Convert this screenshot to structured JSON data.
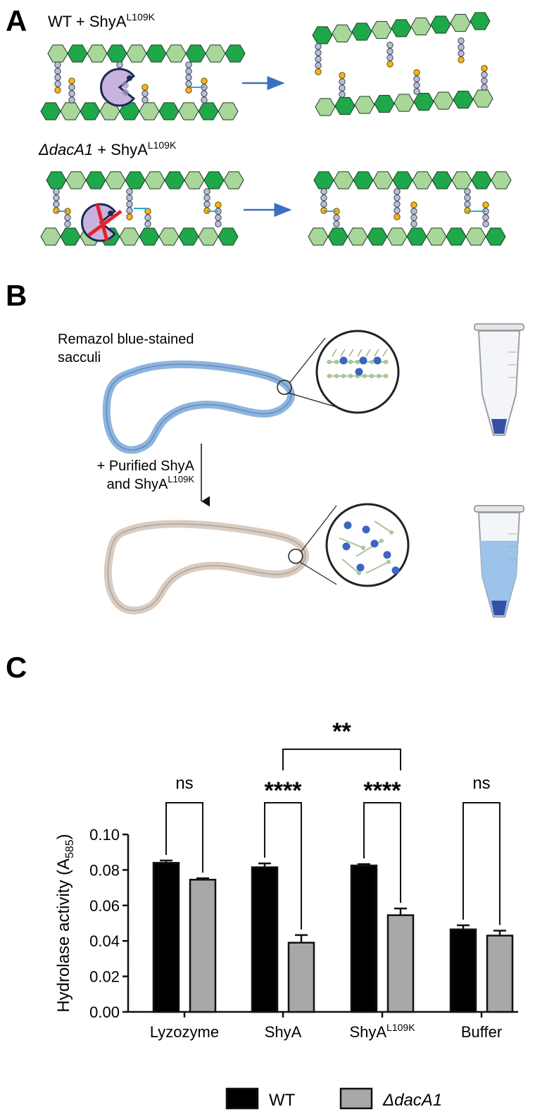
{
  "panels": {
    "a": {
      "letter": "A",
      "row1_label": {
        "strain": "WT + ShyA",
        "sup": "L109K"
      },
      "row2_label": {
        "strain_italic": "ΔdacA1",
        "rest": " + ShyA",
        "sup": "L109K"
      }
    },
    "b": {
      "letter": "B",
      "top_label_line1": "Remazol blue-stained",
      "top_label_line2": "sacculi",
      "arrow_label_line1": "+ Purified ShyA",
      "arrow_label_line2": "and ShyA",
      "arrow_label_sup": "L109K"
    },
    "c": {
      "letter": "C"
    }
  },
  "colors": {
    "wt_bar": "#000000",
    "dacA1_bar": "#a8a8a8",
    "glycan_dark": "#1fa84a",
    "glycan_light": "#a9d79a",
    "peptide": "#b8bfd3",
    "dap_yellow": "#f2b51d",
    "crosslink": "#27a9e1",
    "enzyme": "#c8b3de",
    "arrow_blue": "#3a6fc4",
    "sacculus_blue": "#8fb4dc",
    "sacculus_beige": "#d9ccc2",
    "dye_blue": "#3550a6"
  },
  "chart_data": {
    "type": "bar",
    "categories": [
      "Lyzozyme",
      "ShyA",
      "ShyA",
      "Buffer"
    ],
    "category_sup": [
      "",
      "",
      "L109K",
      ""
    ],
    "series": [
      {
        "name": "WT",
        "values": [
          0.084,
          0.0815,
          0.0825,
          0.0465
        ],
        "errors": [
          0.0013,
          0.0022,
          0.0008,
          0.0023
        ]
      },
      {
        "name": "ΔdacA1",
        "values": [
          0.0745,
          0.039,
          0.0545,
          0.043
        ],
        "errors": [
          0.0008,
          0.0043,
          0.0038,
          0.0028
        ]
      }
    ],
    "ylabel": "Hydrolase activity (A",
    "ylabel_sub": "585",
    "ylabel_close": ")",
    "ylim": [
      0,
      0.1
    ],
    "yticks": [
      "0.00",
      "0.02",
      "0.04",
      "0.06",
      "0.08",
      "0.10"
    ],
    "significance": [
      {
        "label": "ns"
      },
      {
        "label": "****"
      },
      {
        "label": "****"
      },
      {
        "label": "ns"
      },
      {
        "label": "**"
      }
    ],
    "legend": [
      "WT",
      "ΔdacA1"
    ],
    "legend_position": "bottom"
  }
}
